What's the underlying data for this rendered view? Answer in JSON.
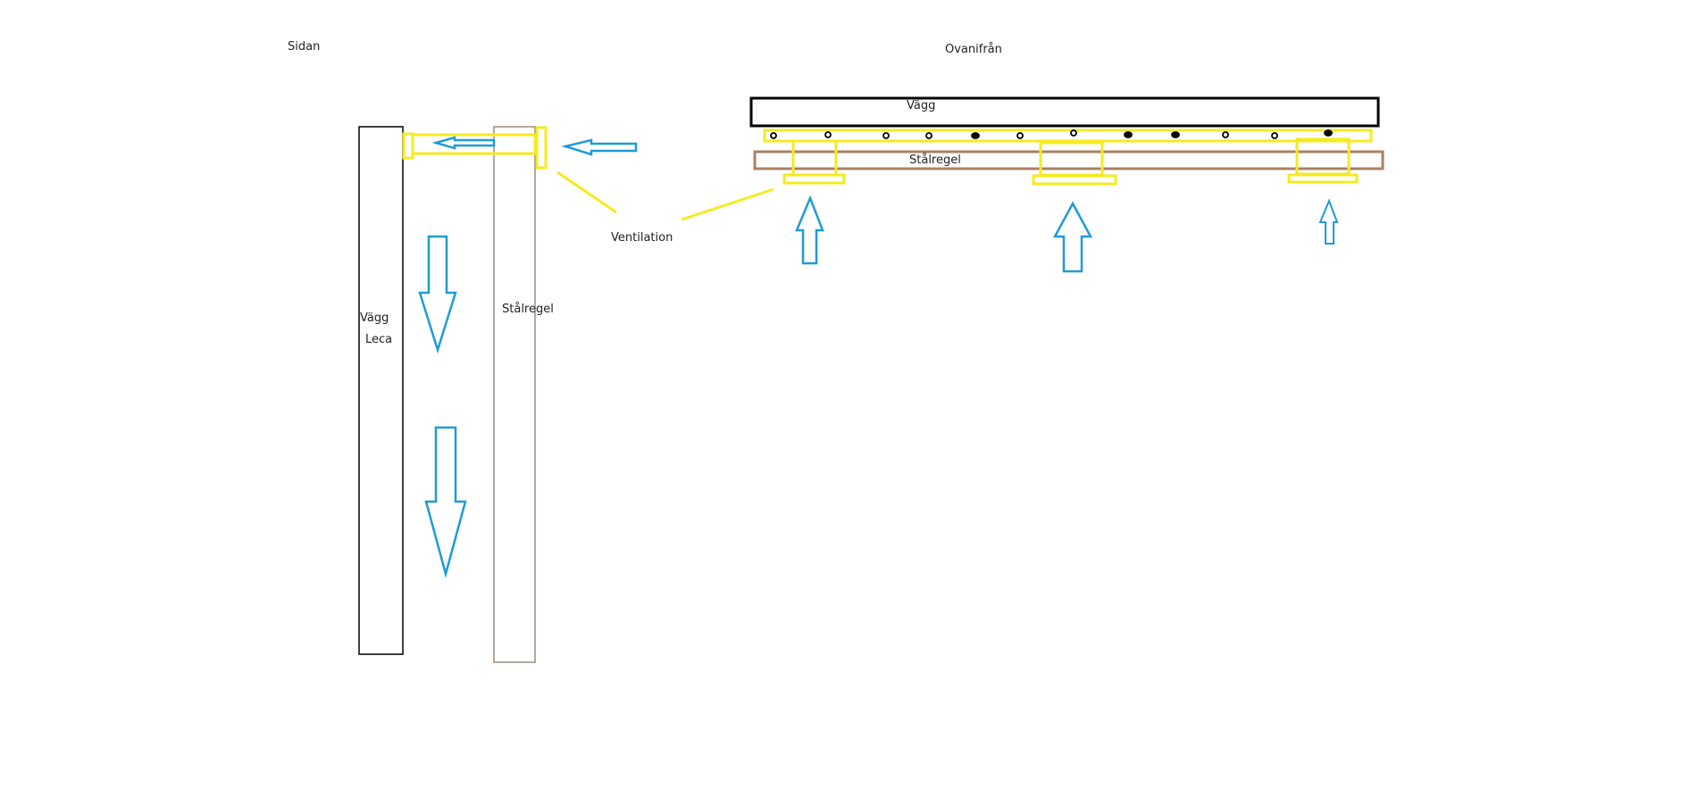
{
  "colors": {
    "wall": "#000000",
    "stud_side": "#9c8b7a",
    "stud_top": "#a98064",
    "vent": "#f5eb1e",
    "airflow": "#1e9bd7",
    "dot": "#000000"
  },
  "side_view": {
    "title": "Sidan",
    "wall_label_line1": "Vägg",
    "wall_label_line2": "Leca",
    "stud_label": "Stålregel",
    "airflow_arrows": [
      {
        "direction": "left",
        "meaning": "incoming-air"
      },
      {
        "direction": "left",
        "meaning": "air-through-vent"
      },
      {
        "direction": "down",
        "meaning": "air-flow-down"
      },
      {
        "direction": "down",
        "meaning": "air-flow-down"
      }
    ]
  },
  "callout": {
    "label": "Ventilation"
  },
  "top_view": {
    "title": "Ovanifrån",
    "wall_label": "Vägg",
    "stud_label": "Stålregel",
    "vent_count": 3,
    "hole_count": 12,
    "airflow_arrows": [
      {
        "direction": "up"
      },
      {
        "direction": "up"
      },
      {
        "direction": "up"
      }
    ]
  }
}
